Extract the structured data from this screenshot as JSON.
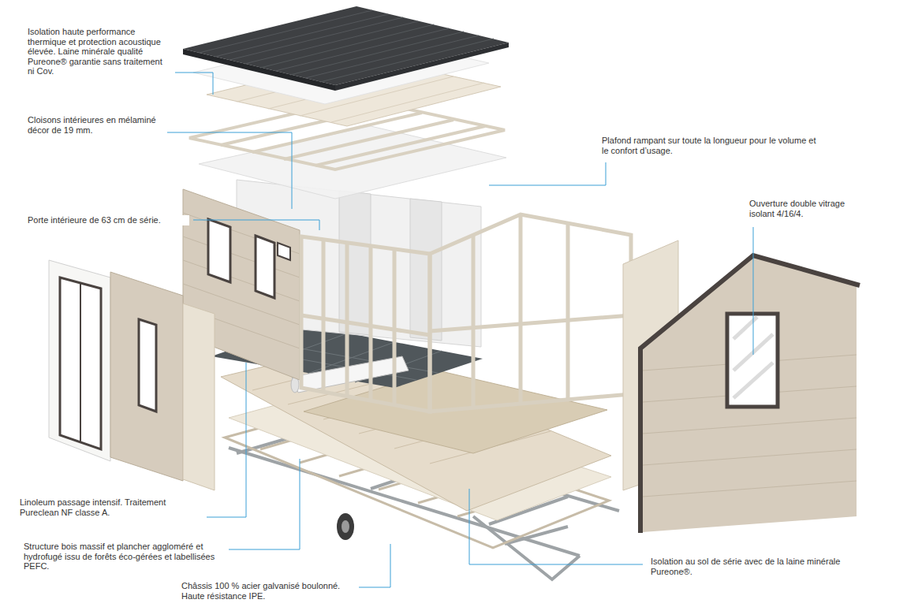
{
  "diagram": {
    "labels": [
      "Isolation haute performance thermique et protection acoustique élevée. Laine minérale qualité Pureone® garantie sans traitement ni Cov.",
      "Cloisons intérieures en mélaminé décor de 19 mm.",
      "Plafond rampant sur toute la longueur pour le volume et le confort d’usage.",
      "Ouverture double vitrage isolant 4/16/4.",
      "Porte intérieure de 63 cm de série.",
      "Linoleum passage intensif. Traitement Pureclean NF classe A.",
      "Structure bois massif et plancher aggloméré et hydrofugé issu de forêts éco-gérées et labellisées PEFC.",
      "Isolation au sol de série avec de la laine minérale Pureone®.",
      "Châssis 100 % acier galvanisé boulonné. Haute résistance IPE."
    ]
  }
}
